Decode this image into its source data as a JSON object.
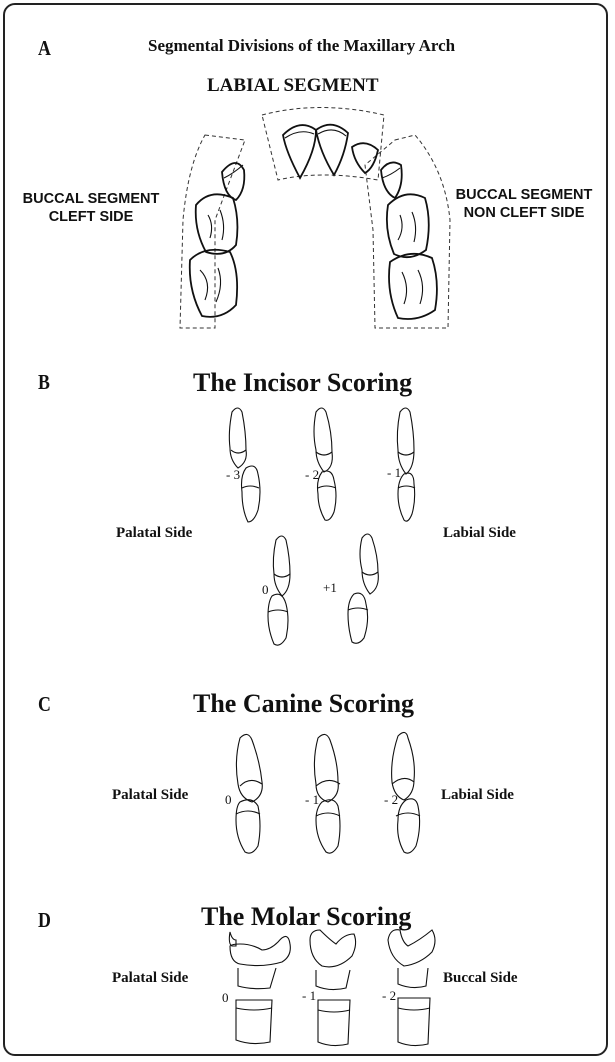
{
  "panels": {
    "a": {
      "letter": "A",
      "title": "Segmental Divisions of the Maxillary Arch",
      "labial_segment": "LABIAL SEGMENT",
      "buccal_cleft": [
        "BUCCAL SEGMENT",
        "CLEFT SIDE"
      ],
      "buccal_noncleft": [
        "BUCCAL SEGMENT",
        "NON CLEFT SIDE"
      ]
    },
    "b": {
      "letter": "B",
      "title": "The Incisor Scoring",
      "left_label": "Palatal Side",
      "right_label": "Labial Side",
      "scores": [
        "- 3",
        "- 2",
        "- 1",
        "0",
        "+1"
      ]
    },
    "c": {
      "letter": "C",
      "title": "The Canine Scoring",
      "left_label": "Palatal Side",
      "right_label": "Labial Side",
      "scores": [
        "0",
        "- 1",
        "- 2"
      ]
    },
    "d": {
      "letter": "D",
      "title": "The Molar Scoring",
      "left_label": "Palatal Side",
      "right_label": "Buccal Side",
      "scores": [
        "0",
        "- 1",
        "- 2"
      ]
    }
  }
}
